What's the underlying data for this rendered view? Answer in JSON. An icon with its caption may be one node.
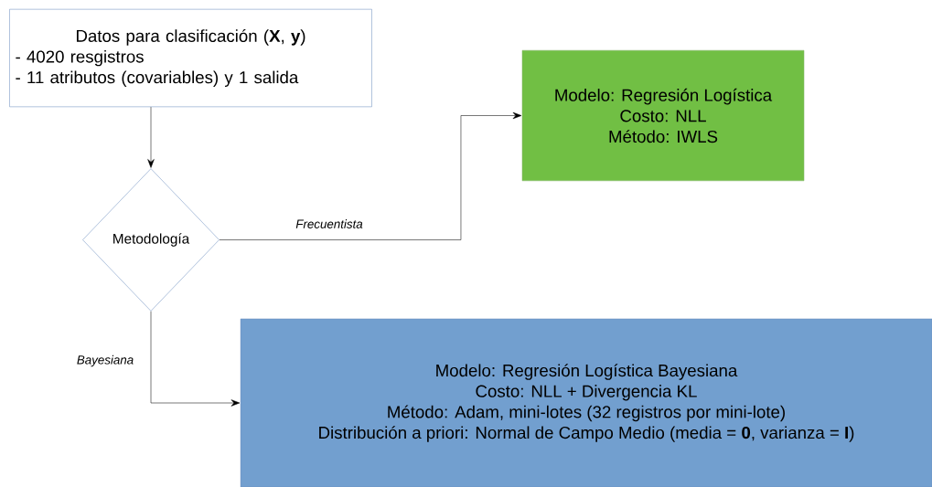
{
  "diagram": {
    "nodes": [
      {
        "text": [
          "Datos para clasificación (**X**, **y**)",
          "- 4020 resgistros",
          "- 11 atributos (covariables) y 1 salida"
        ]
      },
      {
        "text": [
          "Metodología"
        ]
      },
      {
        "text": [
          "Modelo: Regresión Logística",
          "Costo: NLL",
          "Método: IWLS"
        ]
      },
      {
        "text": [
          "Modelo: Regresión Logística Bayesiana",
          "Costo: NLL + Divergencia KL",
          "Método: Adam, mini-lotes (32 registros por mini-lote)",
          "Distribución a priori: Normal de Campo Medio (media = **0**, varianza = **I**)"
        ]
      }
    ],
    "edges": [
      {
        "from": 0,
        "to": 1,
        "arrow": "to"
      },
      {
        "from": 1,
        "to": 2,
        "arrow": "to",
        "label": "Frecuentista"
      },
      {
        "from": 1,
        "to": 3,
        "arrow": "to",
        "label": "Bayesiana"
      }
    ]
  }
}
